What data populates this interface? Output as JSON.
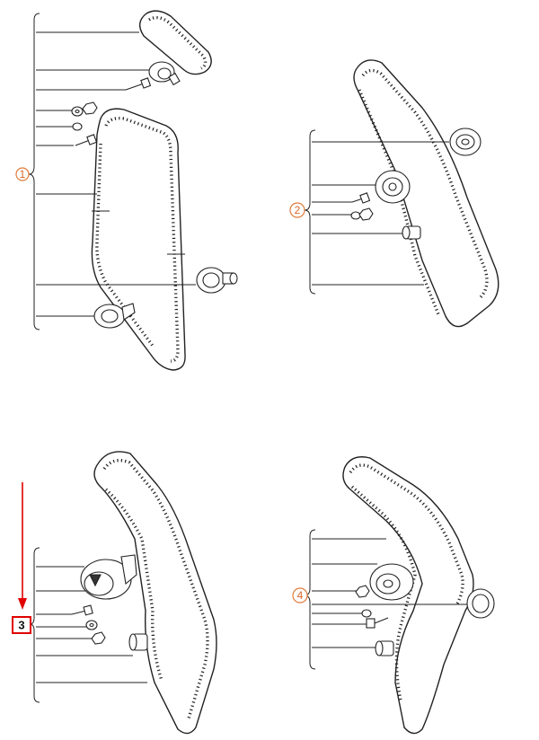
{
  "callouts": {
    "c1": "1",
    "c2": "2",
    "c3": "3",
    "c4": "4"
  },
  "highlight": {
    "callout": "3",
    "color": "#e00000"
  },
  "icons": [
    "toothed-belt",
    "tension-roller",
    "idler-roller",
    "bolt",
    "washer",
    "nut",
    "bushing"
  ]
}
